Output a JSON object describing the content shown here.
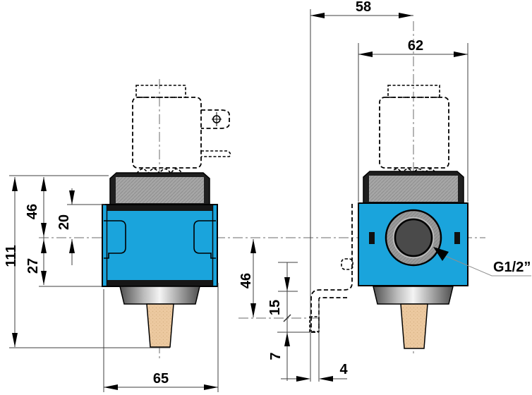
{
  "dims": {
    "bracket_to_center": "58",
    "body_width_side": "62",
    "overall_height": "111",
    "top_to_center": "46",
    "body_top_to_center": "20",
    "center_to_body_bottom": "27",
    "front_width": "65",
    "center_to_bracket_hole": "46",
    "flange_to_hole": "15",
    "hole_to_foot": "7",
    "bracket_thickness": "4"
  },
  "port": {
    "thread_label": "G1/2”"
  },
  "colors": {
    "body_blue": "#1aa4dc",
    "metal_gray": "#a6a6a6",
    "dark_trim": "#161616",
    "plug_tan": "#ecc9a0",
    "port_bore": "#4a4a4a"
  }
}
